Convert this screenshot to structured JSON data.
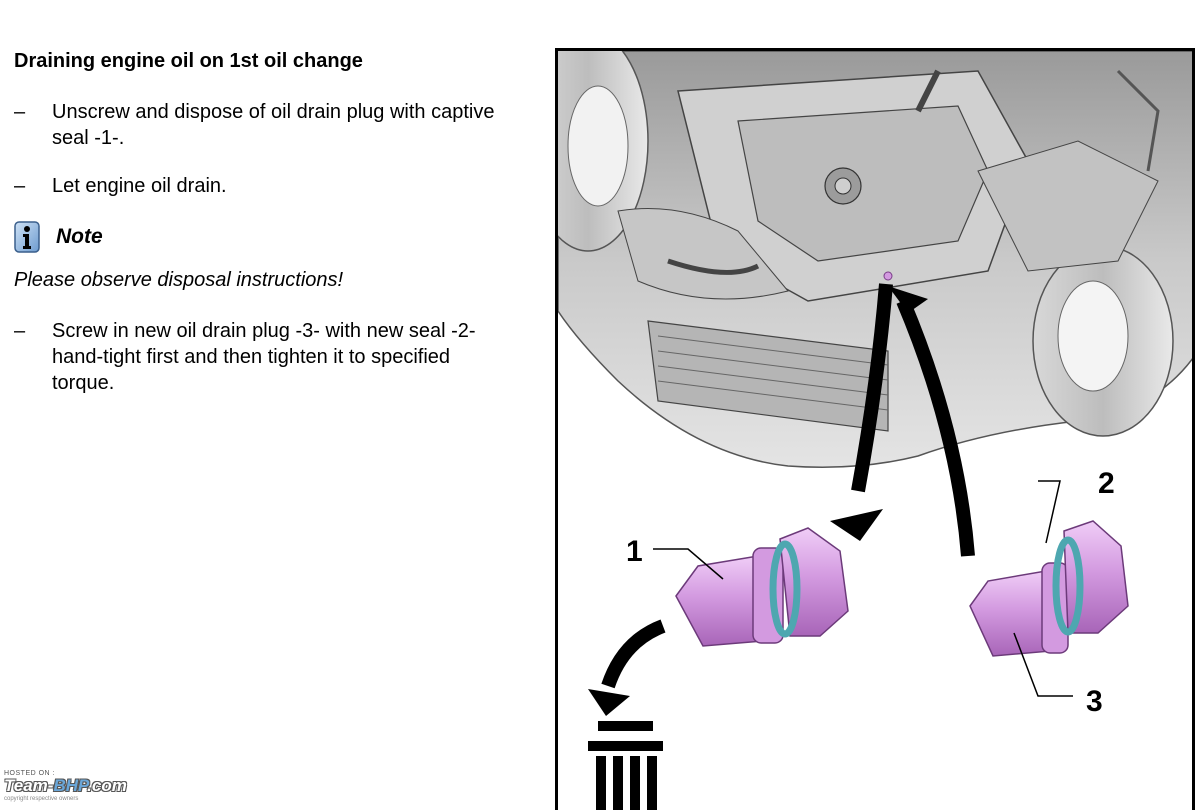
{
  "document": {
    "heading": "Draining engine oil on 1st oil change",
    "bullet_symbol": "–",
    "steps": [
      "Unscrew and dispose of oil drain plug with captive seal -1-.",
      "Let engine oil drain.",
      "Screw in new oil drain plug -3- with new seal -2- hand-tight first and then tighten it to specified torque."
    ],
    "note": {
      "icon": "info-icon",
      "label": "Note",
      "text": "Please observe disposal instructions!"
    }
  },
  "figure": {
    "callouts": [
      "1",
      "2",
      "3"
    ],
    "parts": {
      "plug_color": "#d39ae0",
      "seal_color": "#4ea7b0"
    }
  },
  "watermark": {
    "hosted": "HOSTED ON :",
    "logo_team": "Team-",
    "logo_bhp": "BHP",
    "logo_com": ".com",
    "copyright": "copyright respective owners"
  }
}
